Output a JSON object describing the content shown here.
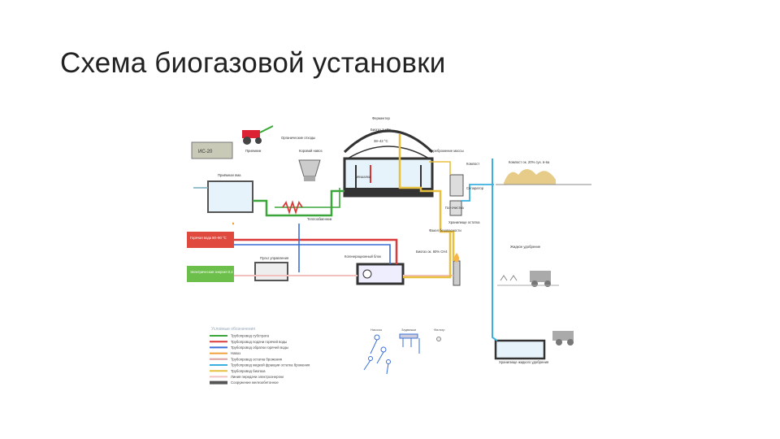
{
  "slide": {
    "title": "Схема биогазовой установки"
  },
  "diagram": {
    "labels": {
      "fermenter": "Ферментер",
      "biogas_storage": "Биогаз 2 кДж",
      "temperature": "38–42 °C",
      "overflow": "Переброжение массы",
      "organic_waste": "Органические отходы",
      "cow_manure": "Коровий навоз",
      "feed_hopper": "Приемник",
      "reception_tank": "Приёмная яма",
      "heat_exchanger": "Теплообменник",
      "stirrer": "Мешалка",
      "control_unit": "Пульт управления",
      "cogeneration": "Когенерационный блок",
      "gas_flare": "Факел безопасности",
      "compost": "Компост",
      "separator": "Сепаратор",
      "compost_product": "Компост ок. 20% сух. в-ва",
      "liquid_fertilizer": "Жидкое удобрение",
      "fertilizer_storage": "Хранилище жидкого удобрения",
      "gas_cleaning": "Газ-очистка",
      "digestate_storage": "Хранилище остатка",
      "biogas_flow": "Биогаз ок. 60% CH4",
      "hot_water": "Горячая вода 80–90 °C",
      "electric_energy": "Электрическая энергия 0,4 кВ / 50 Гц",
      "tag_label": "ИС-20"
    },
    "legend": {
      "heading": "Условные обозначения",
      "items": [
        {
          "label": "Трубопровод субстрата",
          "color": "#3aa63a"
        },
        {
          "label": "Трубопровод подачи горячей воды",
          "color": "#d93a3a"
        },
        {
          "label": "Трубопровод обратки горячей воды",
          "color": "#3a6fd9"
        },
        {
          "label": "Навоз",
          "color": "#f0a23a"
        },
        {
          "label": "Трубопровод остатка брожения",
          "color": "#d9a0a0"
        },
        {
          "label": "Трубопровод жидкой фракции остатка брожения",
          "color": "#3ab0e0"
        },
        {
          "label": "Трубопровод биогаза",
          "color": "#e8c040"
        },
        {
          "label": "Линия передачи электроэнергии",
          "color": "#f3c0c0"
        },
        {
          "label": "Сооружение железобетонное",
          "color": "#555555"
        }
      ],
      "symbols": [
        {
          "label": "Насосы"
        },
        {
          "label": "Задвижки"
        },
        {
          "label": "Фильтр"
        }
      ]
    }
  }
}
